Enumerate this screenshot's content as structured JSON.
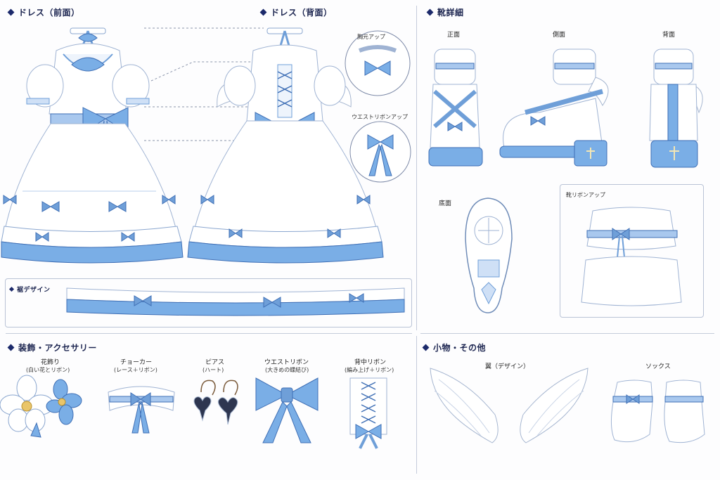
{
  "sections": {
    "dress_front": "ドレス（前面）",
    "dress_back": "ドレス（背面）",
    "shoes": "靴詳細",
    "hem": "裾デザイン",
    "accessories": "装飾・アクセサリー",
    "misc": "小物・その他"
  },
  "back_callouts": {
    "neck": "胸元アップ",
    "waist": "ウエストリボンアップ"
  },
  "shoe_views": {
    "front": "正面",
    "side": "側面",
    "back": "背面",
    "sole": "底面",
    "ribbon_up": "靴リボンアップ"
  },
  "accessories": [
    {
      "title": "花飾り",
      "sub": "(白い花とリボン)"
    },
    {
      "title": "チョーカー",
      "sub": "(レース＋リボン)"
    },
    {
      "title": "ピアス",
      "sub": "(ハート)"
    },
    {
      "title": "ウエストリボン",
      "sub": "(大きめの蝶結び)"
    },
    {
      "title": "背中リボン",
      "sub": "(編み上げ＋リボン)"
    }
  ],
  "misc_items": {
    "wings": "翼（デザイン）",
    "socks": "ソックス"
  },
  "colors": {
    "accent_blue": "#6f9fd8",
    "deep_blue": "#3f6fb5",
    "navy": "#1c2a6b",
    "frame": "#b9c3d6"
  }
}
